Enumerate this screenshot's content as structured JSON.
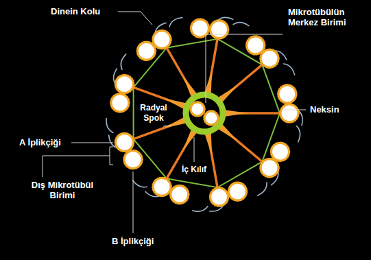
{
  "diagram": {
    "labels": [
      "Dinein Kolu",
      "Mikrotübülün Merkez Birimi",
      "Radyal Spok",
      "Neksin",
      "A İplikçiği",
      "Dış Mikrotübül Birimi",
      "B İplikçiği",
      "İç Kılıf"
    ]
  }
}
